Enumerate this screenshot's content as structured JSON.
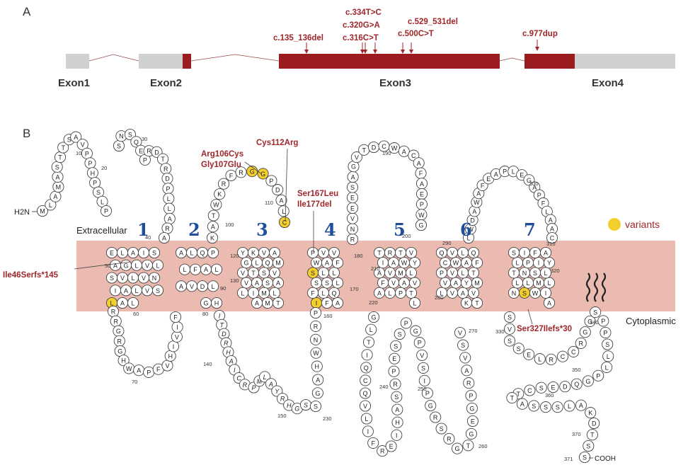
{
  "panel_a": {
    "label": "A",
    "exons": [
      "Exon1",
      "Exon2",
      "Exon3",
      "Exon4"
    ],
    "variants": [
      "c.135_136del",
      "c.334T>C",
      "c.320G>A",
      "c.316C>T",
      "c.529_531del",
      "c.500C>T",
      "c.977dup"
    ]
  },
  "panel_b": {
    "label": "B",
    "tm_numbers": [
      "1",
      "2",
      "3",
      "4",
      "5",
      "6",
      "7"
    ],
    "extracellular": "Extracellular",
    "cytoplasmic": "Cytoplasmic",
    "legend": "variants",
    "n_term": "H2N",
    "c_term": "COOH",
    "variant_labels": [
      "Ile46Serfs*145",
      "Arg106Cys",
      "Gly107Glu",
      "Cys112Arg",
      "Ser167Leu",
      "Ile177del",
      "Ser327Ilefs*30"
    ],
    "residue_numbers": [
      "10",
      "20",
      "30",
      "40",
      "50",
      "60",
      "70",
      "80",
      "90",
      "100",
      "110",
      "120",
      "130",
      "140",
      "150",
      "160",
      "170",
      "180",
      "190",
      "200",
      "210",
      "220",
      "230",
      "240",
      "250",
      "260",
      "270",
      "280",
      "290",
      "300",
      "310",
      "320",
      "330",
      "340",
      "350",
      "360",
      "370",
      "371"
    ],
    "segments": {
      "nterm": "MLAMASTTSAVPPHPSLP",
      "ecl1": "SNSQEPRDTRDPLLARA",
      "tm1": "ELAISLVLGASVLVNSVLAILAL",
      "icl1": "RRGRGHWAPFVHIVIF",
      "tm2": "GHLDVALFALPQLA",
      "icl2": "ITDRHAICRPMLAYRHGS",
      "ecl2": "KATWKRFRGGPDALC",
      "tm3": "YKVAMQLGVTSVASAVLIMLTMA",
      "tm4": "IFAQLFSSLLLSWAFVVP",
      "icl3": "PRNWHAGS",
      "ecl3": "RNVEESAGVTDCWACAFAEPWG",
      "tm5": "TRTVYWAIAVMLVAVFALPTL",
      "icl4": "GLTIQCQVLIFREIHASRPESSPGPVSIPGRSRGTGEGPRAVSV",
      "tm6": "KTVAVLVAYMTLVPCWAFQLVQ",
      "ecl4": "LWDAWAFEAPLEGAPFLAAC",
      "tm7": "AIWSNLLMLLSNTLPIYAFIS",
      "cterm": "SVSSELRCCRGGSPPSLLPGQDESCTTASSSLAKDTSS"
    }
  }
}
